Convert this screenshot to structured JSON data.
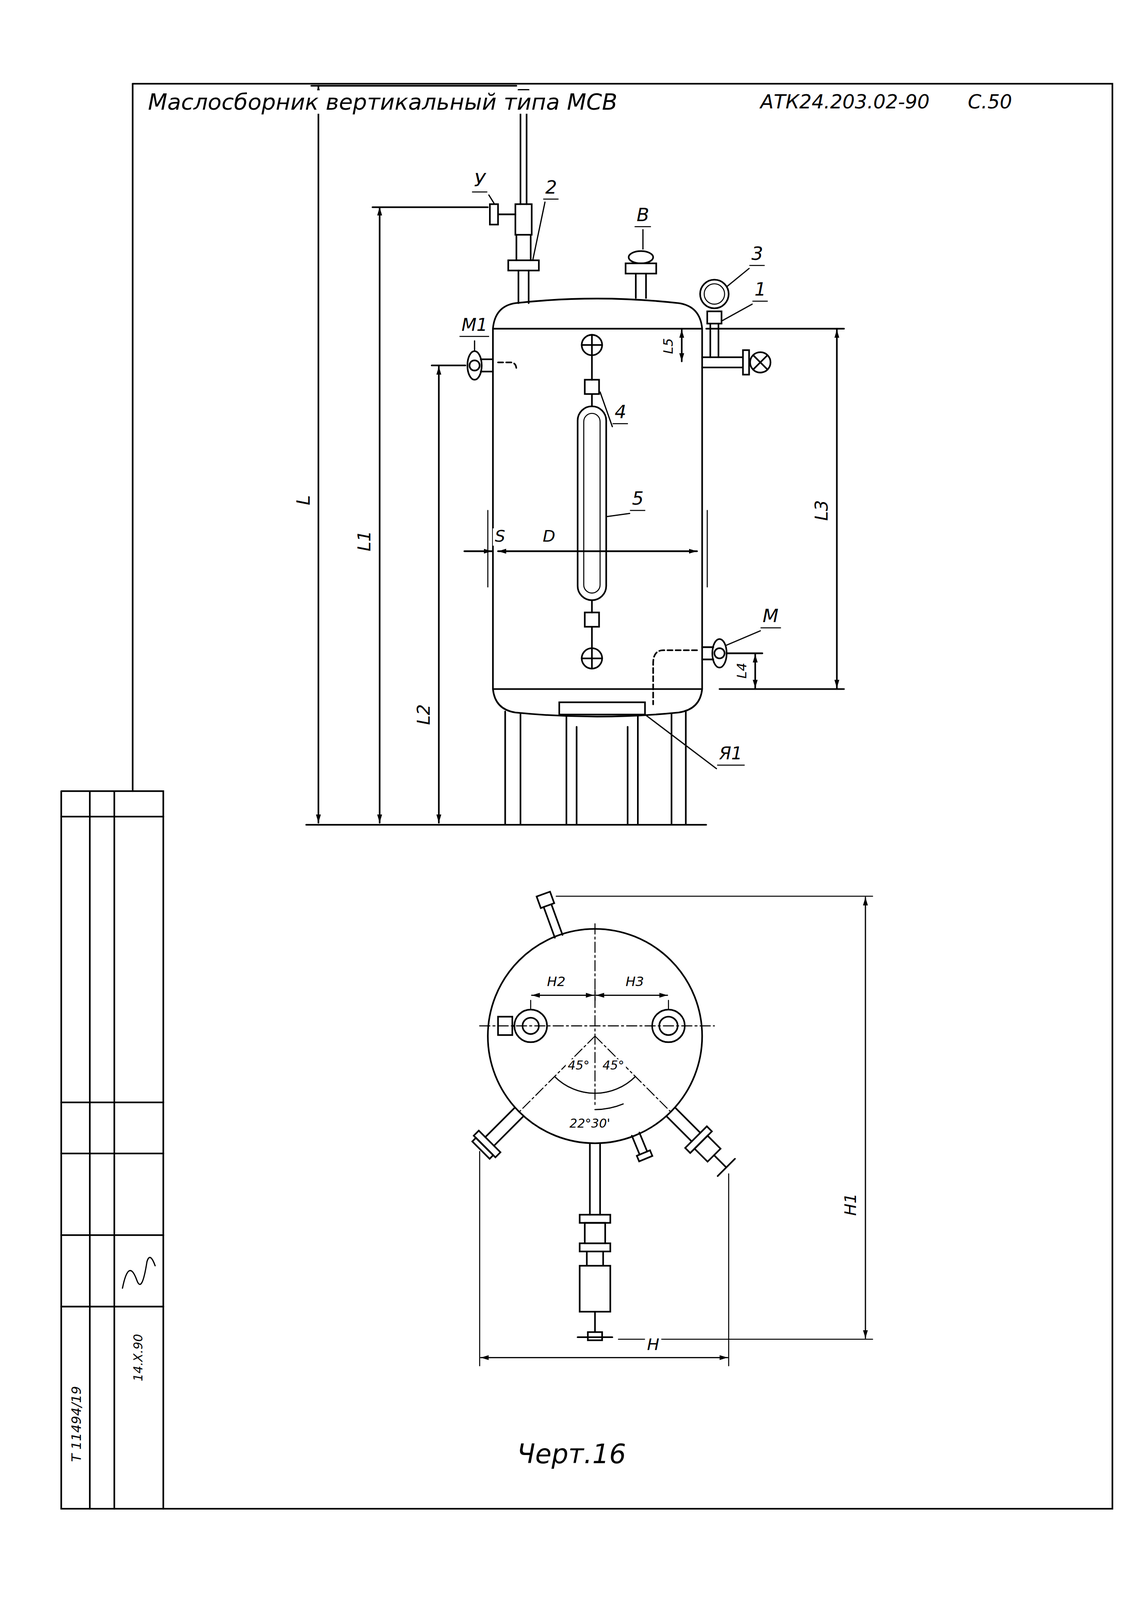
{
  "diagram": {
    "title": "Маслосборник вертикальный типа МСВ",
    "labels": [
      "АТК24.203.02-90",
      "С.50",
      "У",
      "2",
      "В",
      "3",
      "1",
      "М1",
      "4",
      "5",
      "S",
      "D",
      "М",
      "L5",
      "L4",
      "L3",
      "L",
      "L1",
      "L2",
      "Я1",
      "H2",
      "H3",
      "45°",
      "45°",
      "22°30'",
      "H",
      "H1",
      "Черт.16",
      "Т 11494/19",
      "14.X.90"
    ]
  }
}
